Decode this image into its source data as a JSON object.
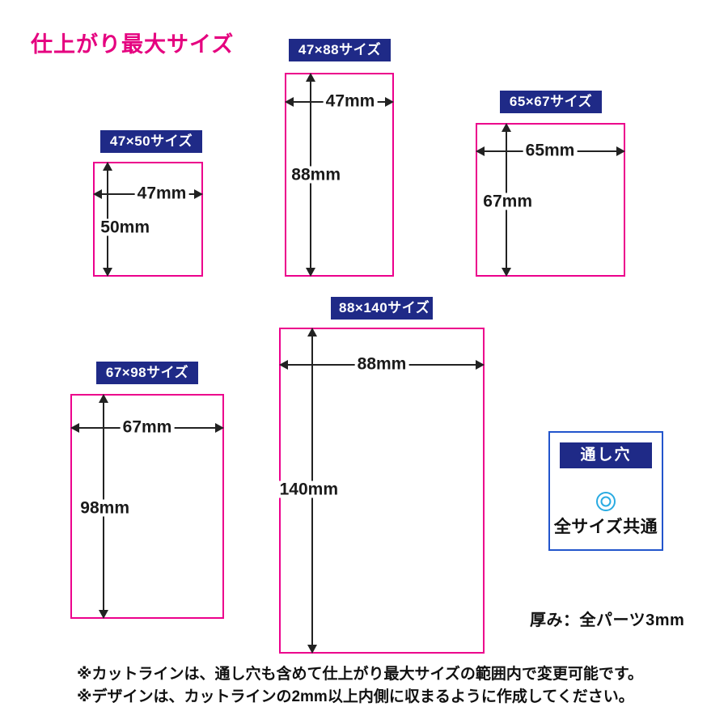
{
  "page": {
    "title": "仕上がり最大サイズ",
    "title_color": "#E5007F",
    "badge_color": "#1F2A87",
    "outline_color": "#EC008C",
    "hole_color": "#29ABE2",
    "hole_box_border_color": "#2255CC"
  },
  "sizes": [
    {
      "id": "47x50",
      "badge": "47×50サイズ",
      "width_label": "47mm",
      "height_label": "50mm",
      "width_mm": 47,
      "height_mm": 50
    },
    {
      "id": "47x88",
      "badge": "47×88サイズ",
      "width_label": "47mm",
      "height_label": "88mm",
      "width_mm": 47,
      "height_mm": 88
    },
    {
      "id": "65x67",
      "badge": "65×67サイズ",
      "width_label": "65mm",
      "height_label": "67mm",
      "width_mm": 65,
      "height_mm": 67
    },
    {
      "id": "67x98",
      "badge": "67×98サイズ",
      "width_label": "67mm",
      "height_label": "98mm",
      "width_mm": 67,
      "height_mm": 98
    },
    {
      "id": "88x140",
      "badge": "88×140サイズ",
      "width_label": "88mm",
      "height_label": "140mm",
      "width_mm": 88,
      "height_mm": 140
    }
  ],
  "hole_panel": {
    "title": "通し穴",
    "caption": "全サイズ共通",
    "icon": "ring-hole-icon"
  },
  "thickness_note": "厚み：全パーツ3mm",
  "footer_notes": [
    "※カットラインは、通し穴も含めて仕上がり最大サイズの範囲内で変更可能です。",
    "※デザインは、カットラインの2mm以上内側に収まるように作成してください。"
  ]
}
